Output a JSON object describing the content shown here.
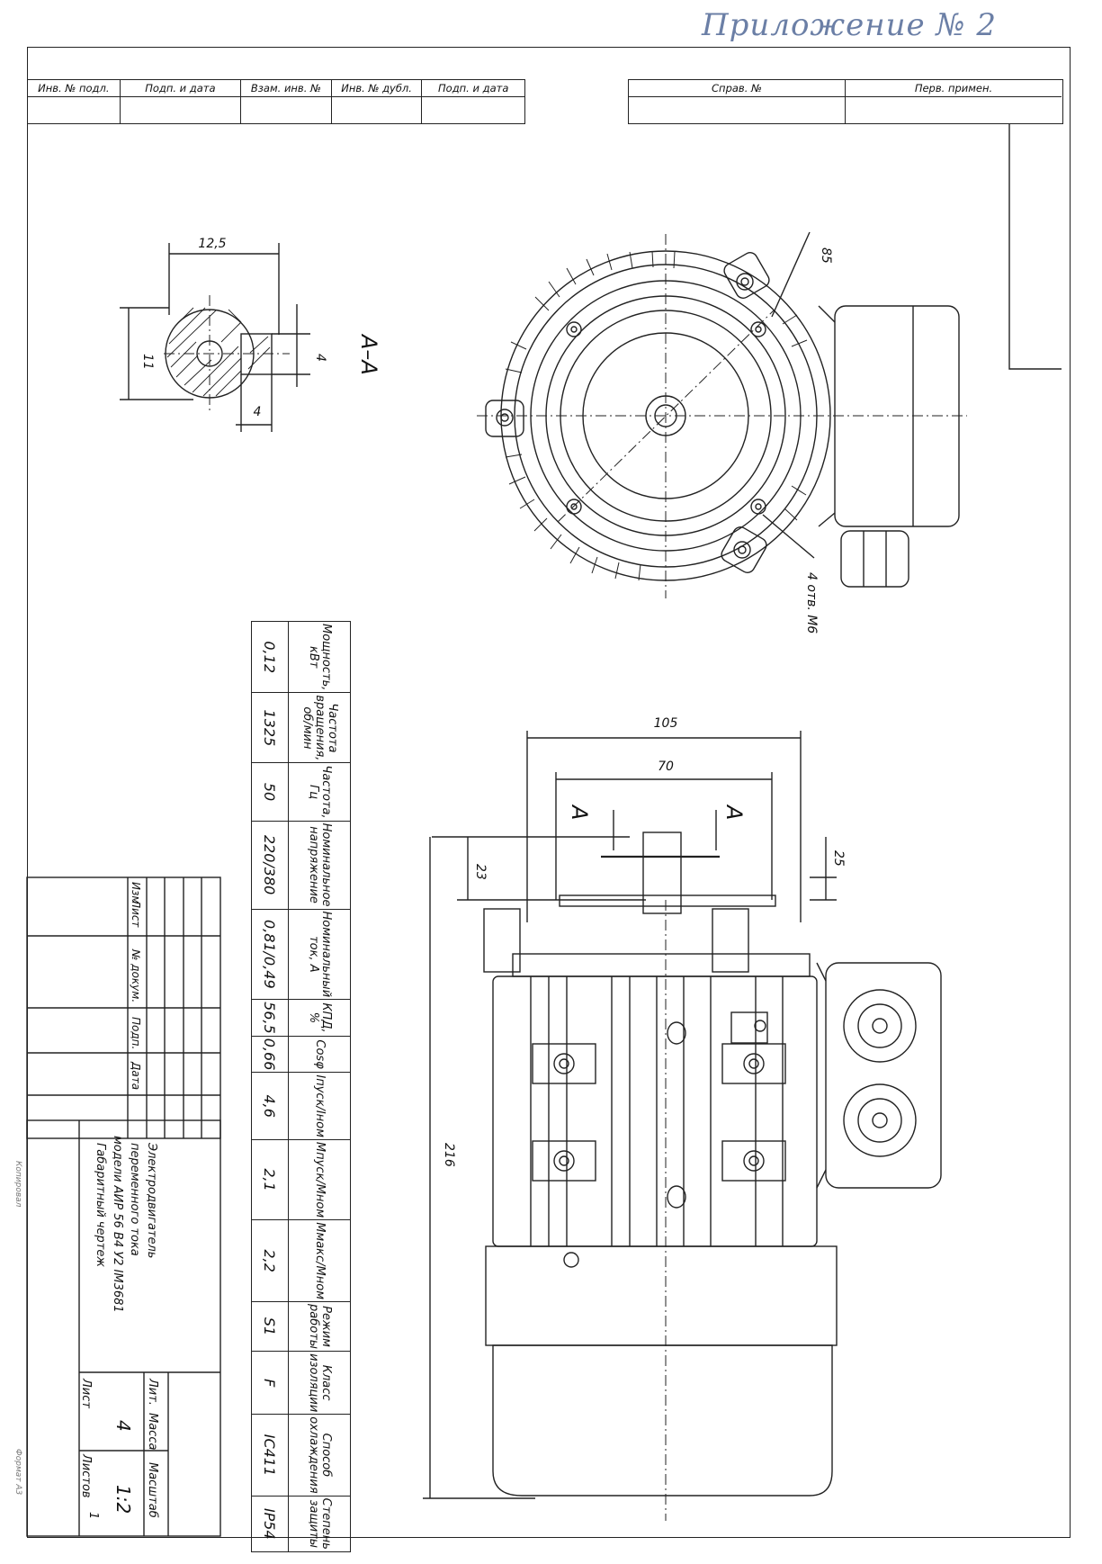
{
  "handwritten_note": "Приложение № 2",
  "top_stamp": {
    "left": [
      "Инв. № подл.",
      "Подп. и дата",
      "Взам. инв. №",
      "Инв. № дубл.",
      "Подп. и дата"
    ],
    "right": [
      "Справ. №",
      "Перв. примен."
    ]
  },
  "section_label": "А–А",
  "section_markers": [
    "А",
    "А"
  ],
  "dimensions": {
    "key_width": "12,5",
    "shaft_dia": "11",
    "key_h": "4",
    "key_w": "4",
    "flange_dia": "85",
    "holes": "4 отв. М6",
    "len_105": "105",
    "len_70": "70",
    "len_23": "23",
    "len_25": "25",
    "total_216": "216"
  },
  "spec_table": {
    "headers": [
      "Мощность, кВт",
      "Частота вращения, об/мин",
      "Частота, Гц",
      "Номинальное напряжение",
      "Номинальный ток, А",
      "КПД, %",
      "Cosφ",
      "Iпуск/Iном",
      "Mпуск/Mном",
      "Mмакс/Mном",
      "Режим работы",
      "Класс изоляции",
      "Способ охлаждения",
      "Степень защиты"
    ],
    "values": [
      "0,12",
      "1325",
      "50",
      "220/380",
      "0,81/0,49",
      "56,5",
      "0,66",
      "4,6",
      "2,1",
      "2,2",
      "S1",
      "F",
      "IC411",
      "IP54"
    ]
  },
  "title_block": {
    "rev_headers": [
      "Изм",
      "Лист",
      "№ докум.",
      "Подп.",
      "Дата"
    ],
    "title_lines": [
      "Электродвигатель",
      "переменного тока",
      "модели АИР 56 В4 У2 IM3681",
      "Габаритный чертеж"
    ],
    "lit_label": "Лит.",
    "mass_label": "Масса",
    "scale_label": "Масштаб",
    "mass_value": "4",
    "scale_value": "1:2",
    "sheet_label": "Лист",
    "sheets_label": "Листов",
    "sheets_value": "1"
  },
  "side_margin_left": [
    "Копировал",
    "Формат А3"
  ]
}
